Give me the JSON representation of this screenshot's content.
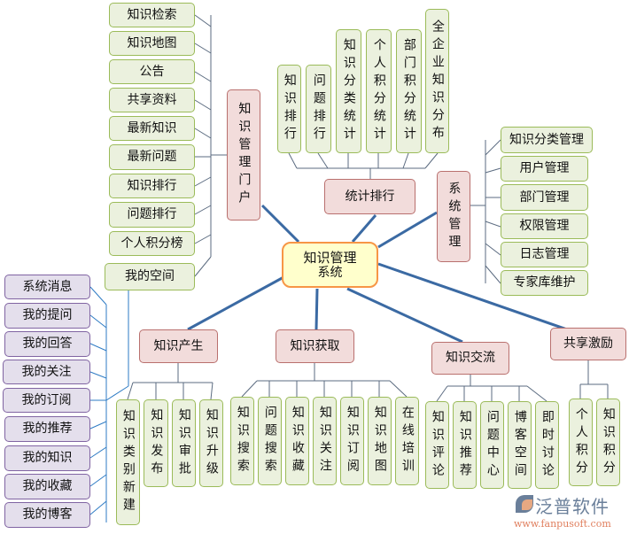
{
  "center": {
    "line1": "知识管理",
    "line2": "系统"
  },
  "portal": {
    "label": "知识管理门户",
    "items": [
      "知识检索",
      "知识地图",
      "公告",
      "共享资料",
      "最新知识",
      "最新问题",
      "知识排行",
      "问题排行",
      "个人积分榜",
      "我的空间"
    ]
  },
  "myspace": {
    "items": [
      "系统消息",
      "我的提问",
      "我的回答",
      "我的关注",
      "我的订阅",
      "我的推荐",
      "我的知识",
      "我的收藏",
      "我的博客"
    ]
  },
  "stats": {
    "label": "统计排行",
    "items": [
      "知识排行",
      "问题排行",
      "知识分类统计",
      "个人积分统计",
      "部门积分统计",
      "全企业知识分布"
    ]
  },
  "sysadmin": {
    "label": "系统管理",
    "items": [
      "知识分类管理",
      "用户管理",
      "部门管理",
      "权限管理",
      "日志管理",
      "专家库维护"
    ]
  },
  "produce": {
    "label": "知识产生",
    "items": [
      "知识类别新建",
      "知识发布",
      "知识审批",
      "知识升级"
    ]
  },
  "acquire": {
    "label": "知识获取",
    "items": [
      "知识搜索",
      "问题搜索",
      "知识收藏",
      "知识关注",
      "知识订阅",
      "知识地图",
      "在线培训"
    ]
  },
  "exchange": {
    "label": "知识交流",
    "items": [
      "知识评论",
      "知识推荐",
      "问题中心",
      "博客空间",
      "即时讨论"
    ]
  },
  "incentive": {
    "label": "共享激励",
    "items": [
      "个人积分",
      "知识积分"
    ]
  },
  "logo": {
    "name": "泛普软件",
    "url": "www.fanpusoft.com"
  }
}
